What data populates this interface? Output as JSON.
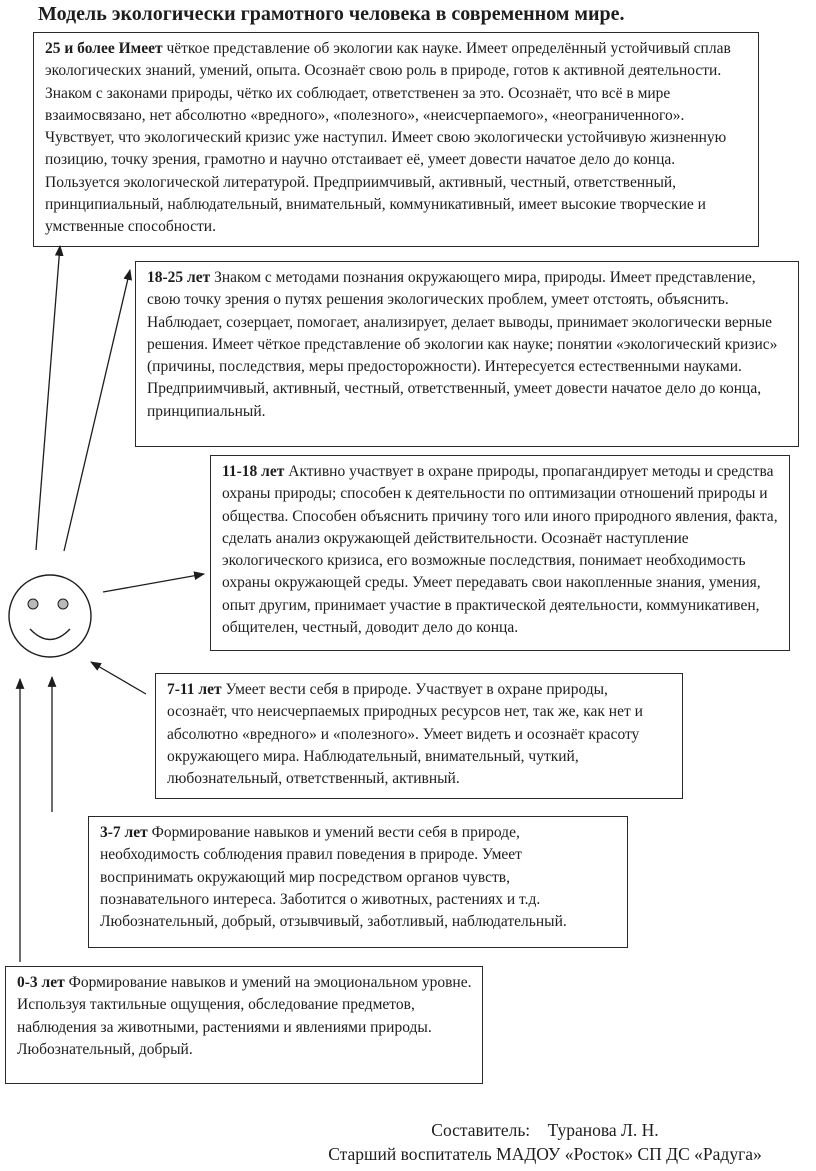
{
  "colors": {
    "ink": "#1d1d1d",
    "paper": "#ffffff"
  },
  "page": {
    "title": "Модель экологически грамотного человека в современном мире.",
    "footer": {
      "line1": "Составитель:    Туранова Л. Н.",
      "line2": "Старший воспитатель МАДОУ «Росток» СП ДС «Радуга»"
    }
  },
  "boxes": [
    {
      "age": "25 и более Имеет",
      "text": "чёткое представление об экологии как науке. Имеет определённый устойчивый сплав экологических знаний, умений, опыта. Осознаёт свою роль в природе, готов к активной деятельности. Знаком с законами природы, чётко их соблюдает, ответственен за это. Осознаёт, что всё в мире взаимосвязано, нет абсолютно «вредного», «полезного», «неисчерпаемого», «неограниченного». Чувствует, что экологический кризис уже наступил. Имеет свою экологически устойчивую жизненную позицию, точку зрения, грамотно и научно отстаивает её, умеет довести начатое дело до конца. Пользуется экологической литературой. Предприимчивый, активный, честный, ответственный, принципиальный, наблюдательный, внимательный, коммуникативный, имеет высокие творческие и умственные способности."
    },
    {
      "age": "18-25 лет",
      "text": "Знаком с методами познания окружающего мира, природы. Имеет представление, свою точку зрения о путях решения экологических проблем, умеет отстоять, объяснить. Наблюдает, созерцает, помогает, анализирует, делает выводы, принимает экологически верные решения. Имеет чёткое представление об экологии как науке; понятии «экологический кризис» (причины, последствия, меры предосторожности). Интересуется естественными науками. Предприимчивый, активный, честный, ответственный, умеет довести начатое дело до конца, принципиальный."
    },
    {
      "age": "11-18 лет",
      "text": "Активно участвует в охране природы, пропагандирует методы и средства охраны природы; способен к деятельности по оптимизации отношений природы и общества. Способен объяснить причину того или иного природного явления, факта, сделать анализ окружающей действительности. Осознаёт наступление экологического кризиса, его возможные последствия, понимает необходимость охраны окружающей среды. Умеет передавать свои накопленные знания, умения, опыт другим, принимает участие в практической деятельности, коммуникативен, общителен, честный, доводит дело до конца."
    },
    {
      "age": "7-11 лет",
      "text": "Умеет вести себя в природе. Участвует в охране природы, осознаёт, что неисчерпаемых природных ресурсов нет, так же, как нет и абсолютно «вредного» и «полезного». Умеет видеть и осознаёт красоту окружающего мира. Наблюдательный, внимательный, чуткий, любознательный, ответственный, активный."
    },
    {
      "age": "3-7 лет",
      "text": "Формирование навыков и умений вести себя в природе, необходимость соблюдения правил поведения в природе. Умеет воспринимать окружающий мир посредством органов чувств, познавательного интереса. Заботится о животных, растениях и т.д. Любознательный, добрый, отзывчивый, заботливый, наблюдательный."
    },
    {
      "age": "0-3 лет",
      "text": "Формирование навыков и умений на эмоциональном уровне. Используя тактильные ощущения, обследование предметов, наблюдения за животными, растениями и явлениями природы. Любознательный, добрый."
    }
  ]
}
